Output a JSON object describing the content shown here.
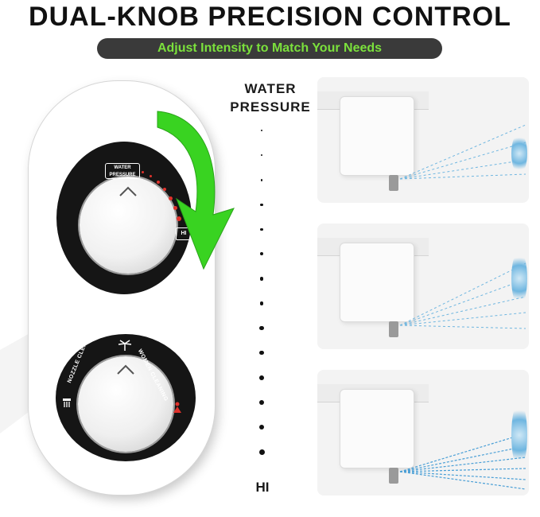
{
  "header": {
    "title": "DUAL-KNOB PRECISION CONTROL",
    "subtitle": "Adjust Intensity to Match Your Needs"
  },
  "scale": {
    "top_label": "WATER PRESSURE",
    "bottom_label": "HI",
    "dot_count": 14
  },
  "device": {
    "top_knob": {
      "badge": "WATER PRESSURE",
      "hi_badge": "HI"
    },
    "bottom_knob": {
      "left_mode": "NOZZLE CLEANING",
      "right_mode": "WOMEN CLEANING"
    }
  },
  "panels": [
    {
      "level": "low"
    },
    {
      "level": "medium"
    },
    {
      "level": "high"
    }
  ],
  "colors": {
    "accent_green": "#7be13c",
    "arrow_green": "#39d321",
    "pill_bg": "#3a3a3a",
    "indicator_red": "#e0322c",
    "spray_blue": "#6fb6e0"
  }
}
